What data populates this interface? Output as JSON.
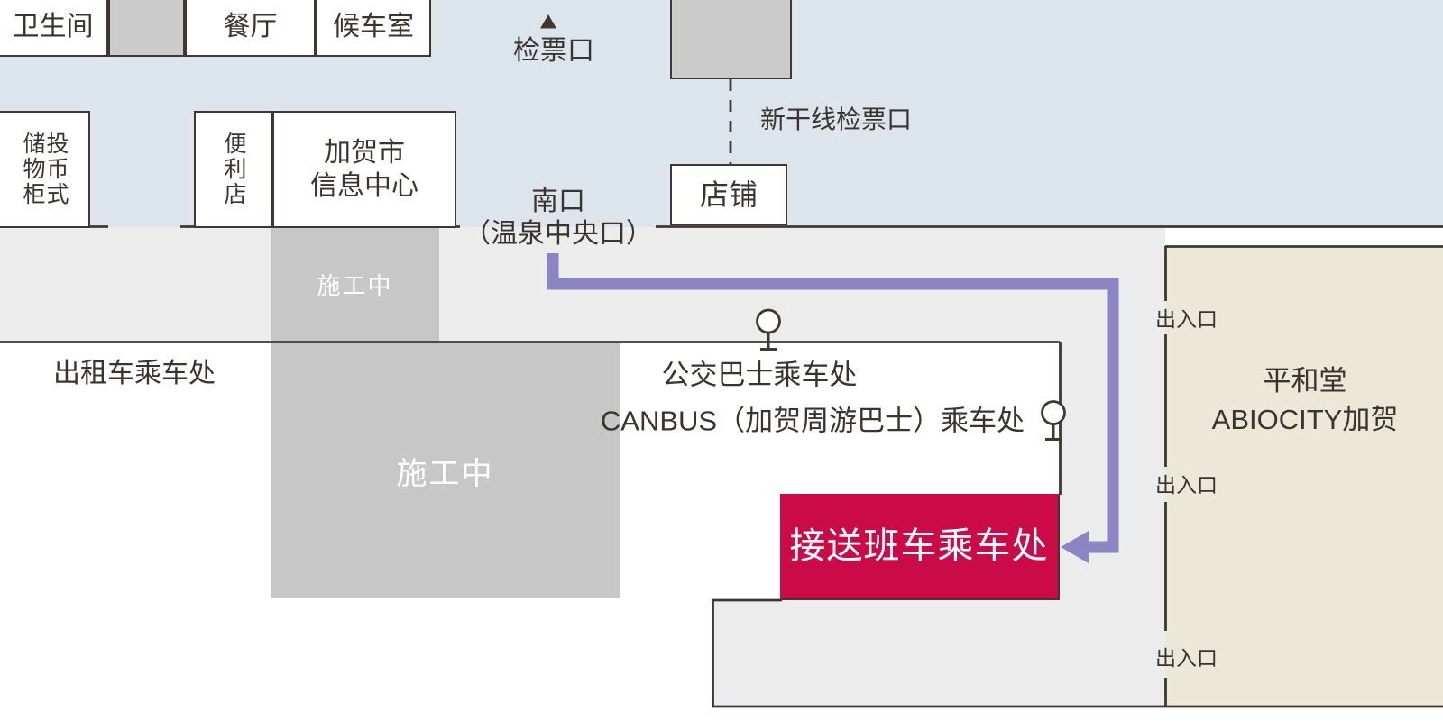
{
  "station": {
    "restroom": "卫生间",
    "restaurant": "餐厅",
    "waiting_room": "候车室",
    "ticket_gate": "检票口",
    "shinkansen_gate": "新干线检票口",
    "shop": "店铺",
    "south_exit_line1": "南口",
    "south_exit_line2": "（温泉中央口）",
    "lockers_col_left": "储物柜",
    "lockers_col_right": "投币式",
    "convenience_store": "便利店",
    "info_center_line1": "加贺市",
    "info_center_line2": "信息中心"
  },
  "plaza": {
    "construction_small": "施工中",
    "construction_large": "施工中",
    "taxi_stand": "出租车乘车处",
    "bus_stop": "公交巴士乘车处",
    "canbus_stop": "CANBUS（加贺周游巴士）乘车处",
    "shuttle_stop": "接送班车乘车处"
  },
  "building": {
    "name_line1": "平和堂",
    "name_line2": "ABIOCITY加贺",
    "entrances": [
      "出入口",
      "出入口",
      "出入口"
    ]
  },
  "icons": {
    "ticket_gate_marker": "triangle-up",
    "bus_stop_sign": "circle-on-pole",
    "route_arrow": "left-arrow"
  },
  "colors": {
    "station_bg": "#dce4ec",
    "walkway_bg": "#ececec",
    "construction_bg": "#c7c7c7",
    "gray_box_bg": "#cbcbcb",
    "building_bg": "#ebe8d7",
    "shuttle_bg": "#cb0a48",
    "route_purple": "#8d84c4",
    "line_dark": "#403730"
  }
}
